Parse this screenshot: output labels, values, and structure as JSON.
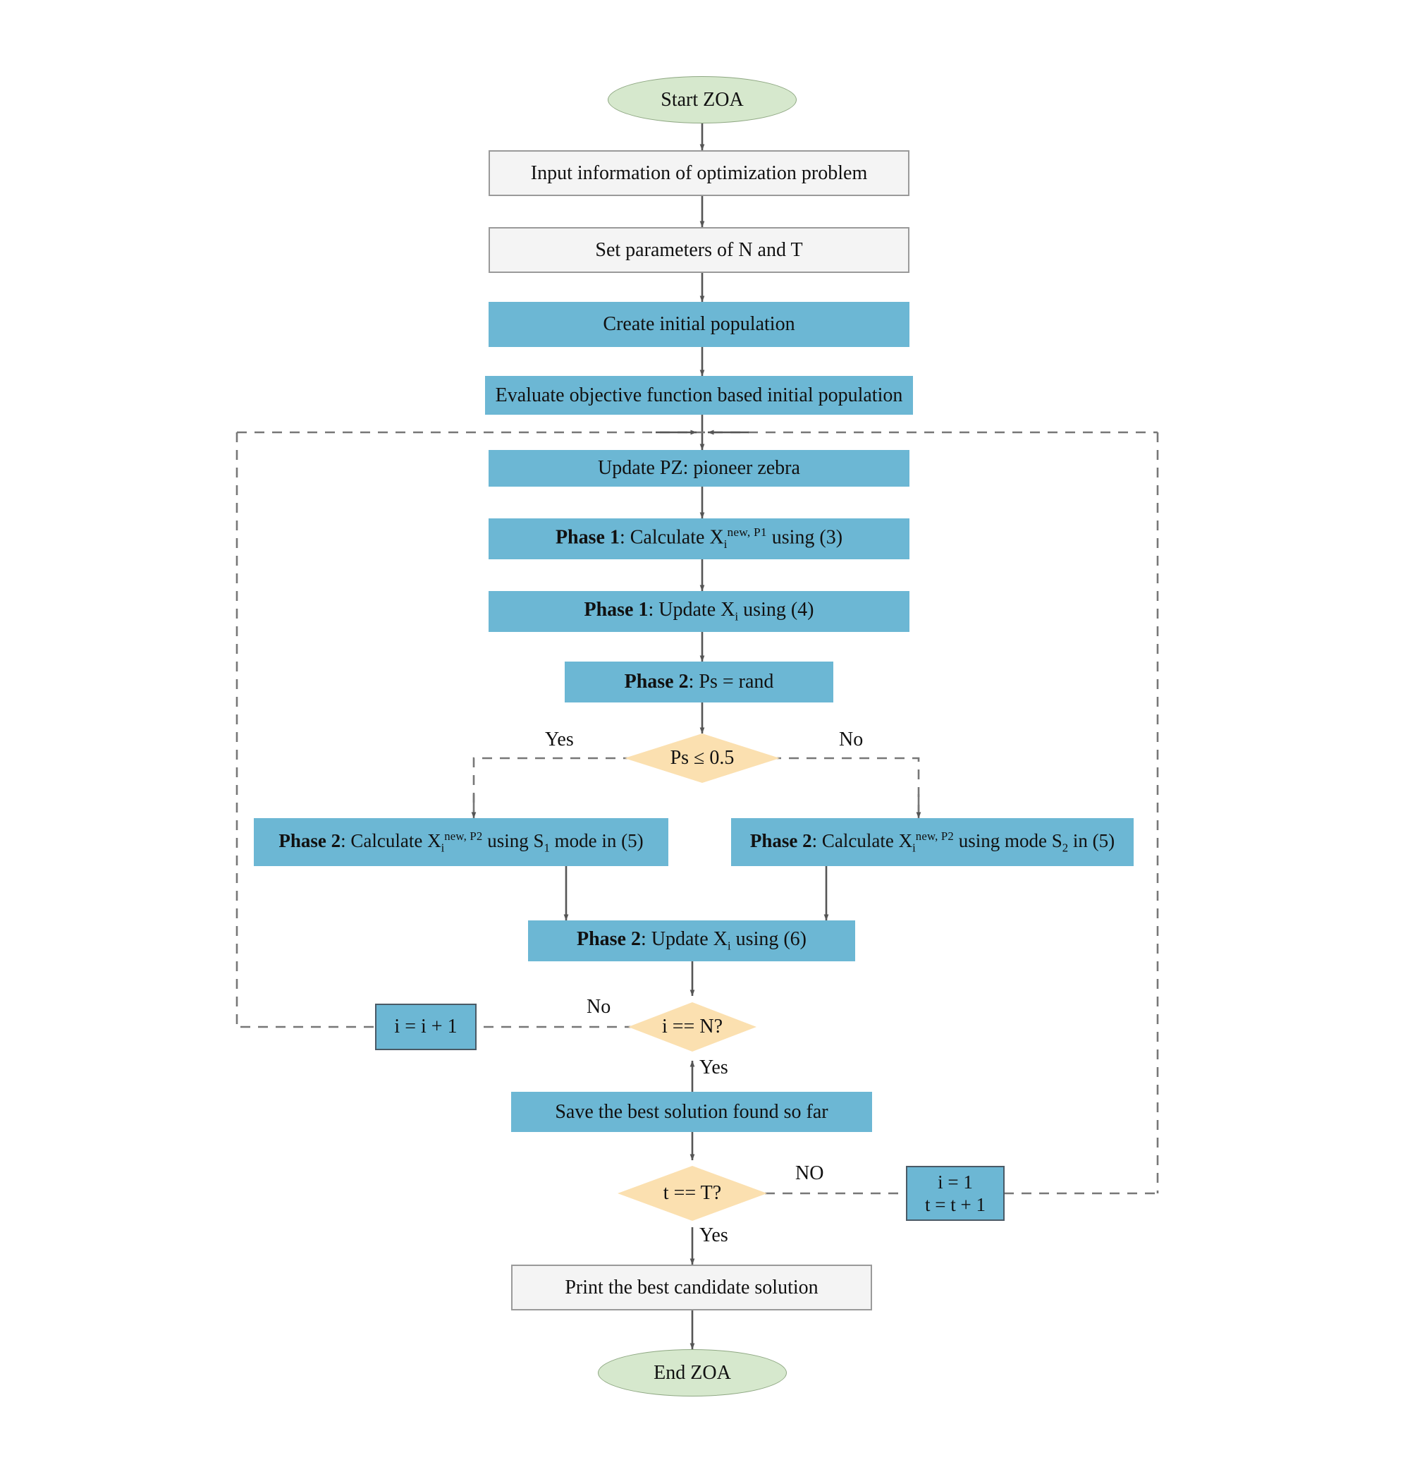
{
  "diagram": {
    "title": "ZOA (Zebra Optimization Algorithm) flowchart",
    "colors": {
      "terminator_fill": "#d6e8cd",
      "process_grey_fill": "#f4f4f4",
      "process_blue_fill": "#6cb7d4",
      "decision_fill": "#fbe0b0",
      "edge_stroke": "#555555",
      "dashed_stroke": "#777777",
      "text": "#111111"
    },
    "nodes": {
      "start": {
        "label": "Start ZOA",
        "shape": "terminator"
      },
      "input_info": {
        "label": "Input information of optimization problem",
        "shape": "process-grey"
      },
      "set_params": {
        "label": "Set parameters of N and T",
        "shape": "process-grey"
      },
      "create_pop": {
        "label": "Create initial population",
        "shape": "process-blue"
      },
      "evaluate": {
        "label": "Evaluate objective function based initial population",
        "shape": "process-blue"
      },
      "update_pz": {
        "label": "Update PZ: pioneer zebra",
        "shape": "process-blue"
      },
      "phase1_calc": {
        "shape": "process-blue",
        "prefix": "Phase 1",
        "sep": ": Calculate X",
        "sub": "i",
        "sup": "new, P1",
        "suffix": " using (3)",
        "plain": "Phase 1: Calculate X_i^new, P1 using (3)"
      },
      "phase1_update": {
        "shape": "process-blue",
        "prefix": "Phase 1",
        "sep": ": Update X",
        "sub": "i",
        "sup": "",
        "suffix": " using (4)",
        "plain": "Phase 1: Update X_i using (4)"
      },
      "phase2_rand": {
        "shape": "process-blue",
        "prefix": "Phase 2",
        "sep": ": Ps = rand",
        "sub": "",
        "sup": "",
        "suffix": "",
        "plain": "Phase 2: Ps = rand"
      },
      "decision_ps": {
        "label": "Ps ≤ 0.5",
        "shape": "decision"
      },
      "phase2_s1": {
        "shape": "process-blue",
        "prefix": "Phase 2",
        "sep": ": Calculate X",
        "sub": "i",
        "sup": "new, P2",
        "mid": " using S",
        "sub2": "1",
        "suffix": " mode in (5)",
        "plain": "Phase 2: Calculate X_i^new, P2 using S_1 mode in (5)"
      },
      "phase2_s2": {
        "shape": "process-blue",
        "prefix": "Phase 2",
        "sep": ": Calculate X",
        "sub": "i",
        "sup": "new, P2",
        "mid": " using mode S",
        "sub2": "2",
        "suffix": "  in (5)",
        "plain": "Phase 2: Calculate X_i^new, P2 using mode S_2 in (5)"
      },
      "phase2_update": {
        "shape": "process-blue",
        "prefix": "Phase 2",
        "sep": ": Update X",
        "sub": "i",
        "sup": "",
        "suffix": " using (6)",
        "plain": "Phase 2: Update X_i using (6)"
      },
      "decision_i": {
        "label": "i == N?",
        "shape": "decision"
      },
      "inc_i": {
        "label": "i = i + 1",
        "shape": "process-blue-bordered"
      },
      "save_best": {
        "label": "Save the best solution found so far",
        "shape": "process-blue"
      },
      "decision_t": {
        "label": "t == T?",
        "shape": "decision"
      },
      "reset_counters": {
        "line1": "i = 1",
        "line2": "t = t + 1",
        "shape": "process-blue-bordered"
      },
      "print_best": {
        "label": "Print the best candidate solution",
        "shape": "process-grey"
      },
      "end": {
        "label": "End ZOA",
        "shape": "terminator"
      }
    },
    "edge_labels": {
      "ps_yes": "Yes",
      "ps_no": "No",
      "i_no": "No",
      "i_yes": "Yes",
      "t_no": "NO",
      "t_yes": "Yes"
    }
  }
}
